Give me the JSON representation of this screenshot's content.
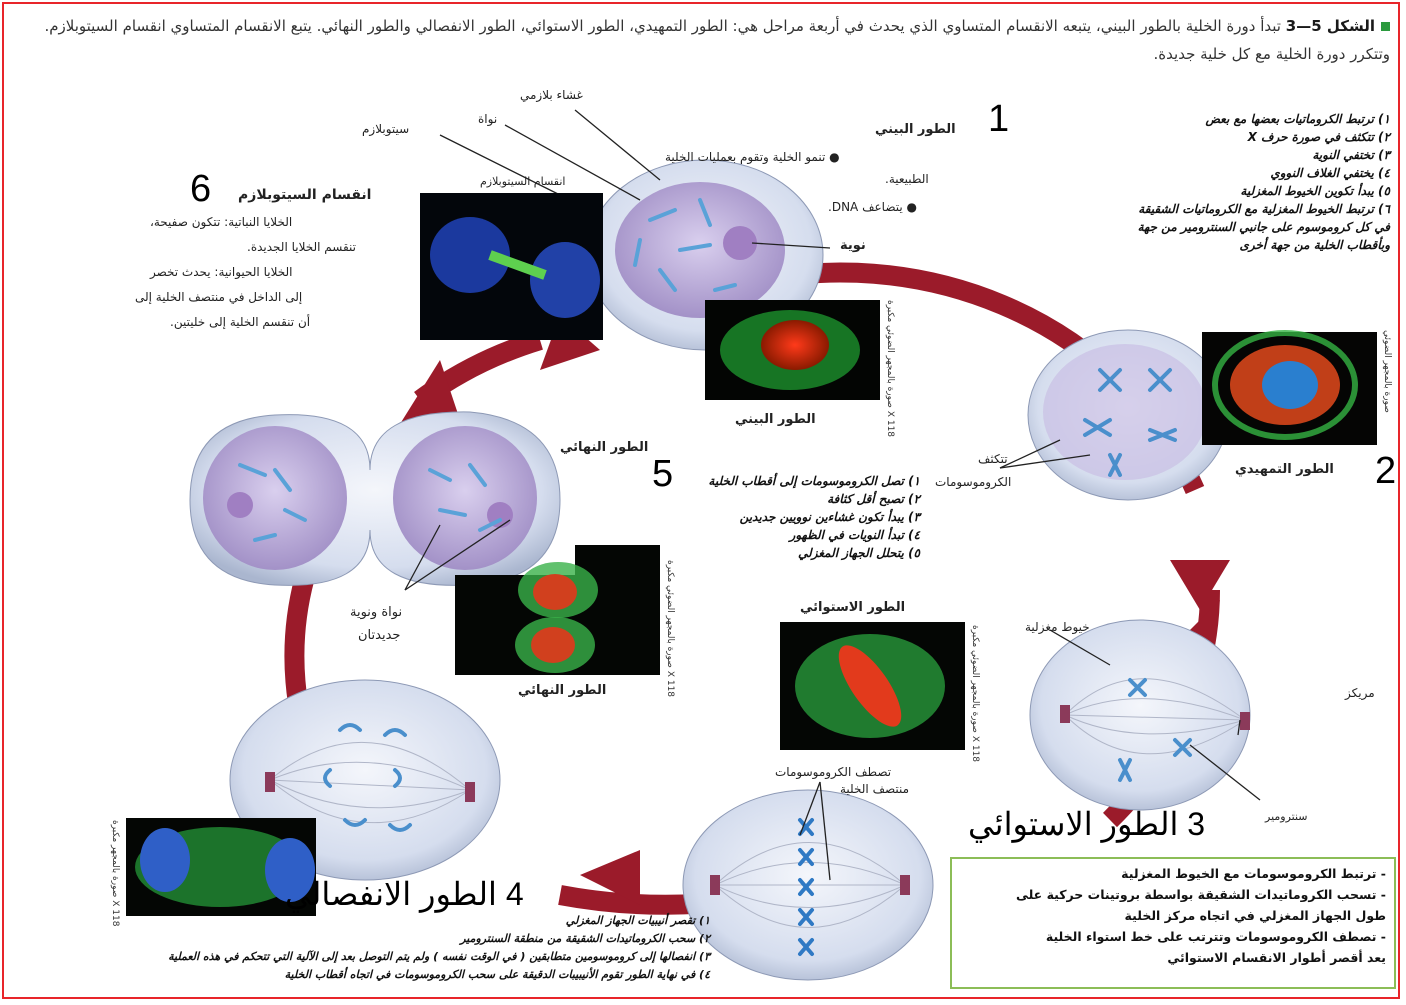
{
  "caption": {
    "figure_no": "الشكل 5—3",
    "text": "تبدأ دورة الخلية بالطور البيني، يتبعه الانقسام المتساوي الذي يحدث في أربعة مراحل هي: الطور التمهيدي، الطور الاستوائي، الطور الانفصالي والطور النهائي. يتبع الانقسام المتساوي انقسام السيتوبلازم. وتتكرر دورة الخلية مع كل خلية جديدة."
  },
  "numbers": {
    "n1": "1",
    "n2": "2",
    "n3": "3",
    "n4": "4",
    "n5": "5",
    "n6": "6"
  },
  "interphase": {
    "title": "الطور البيني",
    "b1": "تنمو الخلية وتقوم بعمليات الخلية",
    "b1b": "الطبيعية.",
    "b2": "يتضاعف DNA.",
    "plasma_membrane": "غشاء بلازمي",
    "nucleus": "نواة",
    "cytoplasm": "سيتوبلازم",
    "nucleolus": "نوية",
    "photo_label": "الطور البيني",
    "photo_credit": "صورة بالمجهر الضوئي مكبرة X 118"
  },
  "cytokinesis": {
    "title": "انقسام السيتوبلازم",
    "photo_label": "انقسام السيتوبلازم",
    "p1": "الخلايا النباتية: تتكون صفيحة،",
    "p2": "تنقسم الخلايا الجديدة.",
    "p3": "الخلايا الحيوانية: يحدث تخصر",
    "p4": "إلى الداخل في منتصف الخلية إلى",
    "p5": "أن تنقسم الخلية إلى خليتين."
  },
  "prophase": {
    "title": "الطور التمهيدي",
    "cond1": "تتكثف",
    "cond2": "الكروموسومات",
    "notes": [
      "١) ترتبط الكروماتيات بعضها مع بعض",
      "٢) تتكثف في صورة حرف X",
      "٣) تختفي النوية",
      "٤) يختفي الغلاف النووي",
      "٥) يبدأ تكوين الخيوط المغزلية",
      "٦) ترتبط الخيوط المغزلية مع الكروماتيات الشقيقة",
      "في كل كروموسوم على جانبي السنترومير من جهة",
      "وبأقطاب الخلية من جهة أخرى"
    ],
    "photo_credit": "صورة بالمجهر الضوئي"
  },
  "metaphase": {
    "title": "الطور الاستوائي",
    "spindle": "خيوط مغزلية",
    "centrosome": "مريكز",
    "centromere": "سنترومير",
    "align1": "تصطف الكروموسومات",
    "align2": "منتصف الخلية",
    "big_label": "الطور الاستوائي",
    "photo_credit": "صورة بالمجهر الضوئي مكبرة X 118",
    "box": [
      "- ترتبط الكروموسومات مع الخيوط المغزلية",
      "- تسحب الكروماتيدات الشقيقة بواسطة بروتينات حركية على",
      "طول الجهاز المغزلي في اتجاه مركز الخلية",
      "- تصطف الكروموسومات وتترتب على خط استواء الخلية",
      "يعد أقصر أطوار الانقسام الاستوائي"
    ]
  },
  "anaphase": {
    "big_label": "الطور الانفصالي",
    "photo_credit": "صورة بالمجهر مكبرة X 118",
    "notes": [
      "١) تقصر أنيبيات الجهاز المغزلي",
      "٢) سحب الكروماتيدات الشقيقة من منطقة السنترومير",
      "٣) انفصالها إلى كروموسومين متطابقين ( في الوقت نفسه ) ولم يتم التوصل بعد إلى الآلية التي تتحكم في هذه العملية",
      "٤) في نهاية الطور تقوم الأنيبيبات الدقيقة على سحب الكروموسومات في اتجاه أقطاب الخلية"
    ]
  },
  "telophase": {
    "title": "الطور النهائي",
    "photo_label": "الطور النهائي",
    "new_nuc1": "نواة ونوية",
    "new_nuc2": "جديدتان",
    "photo_credit": "صورة بالمجهر الضوئي مكبرة X 118",
    "notes": [
      "١) تصل الكروموسومات إلى أقطاب الخلية",
      "٢) تصبح أقل كثافة",
      "٣) يبدأ تكون غشاءين نوويين جديدين",
      "٤) تبدأ النويات في الظهور",
      "٥) يتحلل الجهاز المغزلي"
    ]
  },
  "colors": {
    "arrow": "#9b1b2a",
    "cell": "#cfd8ec",
    "nucleus": "#b9a9d6",
    "chromosome": "#5aa2d8",
    "frame": "#e8252a",
    "box_border": "#8cbd57"
  }
}
